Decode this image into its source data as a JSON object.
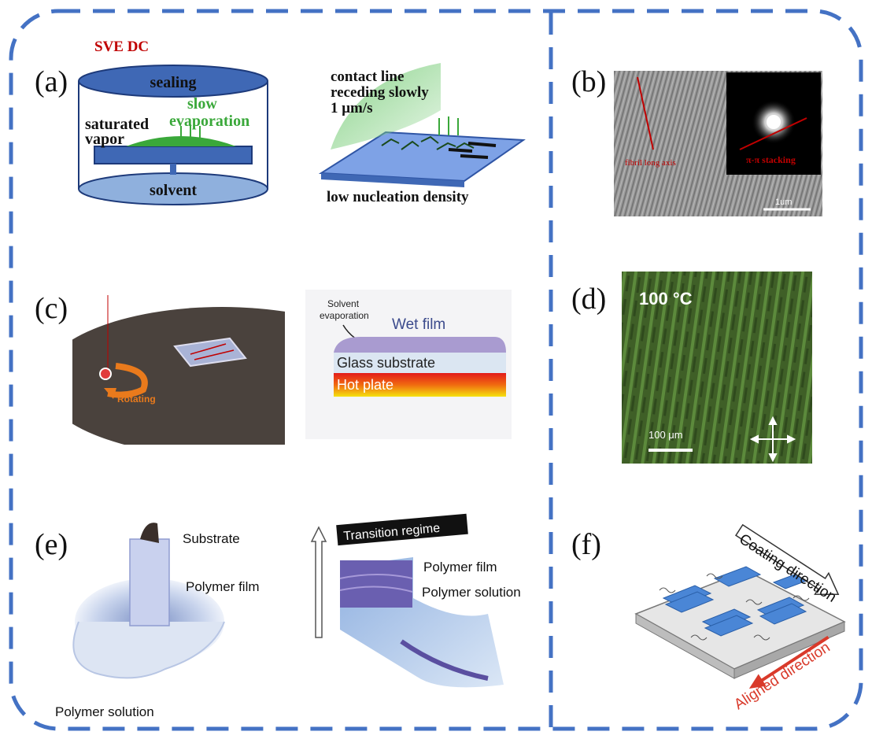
{
  "colors": {
    "border": "#4472c4",
    "sve_red": "#c00000",
    "green_text": "#3aa83a",
    "wet_film": "#3b4a8c",
    "aligned_red": "#d93a2b"
  },
  "panels": {
    "a": {
      "label": "(a)",
      "title": "SVE DC",
      "sealing": "sealing",
      "slow": "slow",
      "evaporation": "evaporation",
      "saturated": "saturated",
      "vapor": "vapor",
      "solvent": "solvent",
      "contact_1": "contact line",
      "contact_2": "receding slowly",
      "contact_3": "1 μm/s",
      "nucleation": "low nucleation density"
    },
    "b": {
      "label": "(b)",
      "fibril": "fibril long axis",
      "stacking": "π-π stacking",
      "scale": "1um"
    },
    "c": {
      "label": "(c)",
      "rotating": "Rotating",
      "solvent_1": "Solvent",
      "solvent_2": "evaporation",
      "wet_film": "Wet film",
      "glass": "Glass substrate",
      "hot": "Hot plate"
    },
    "d": {
      "label": "(d)",
      "temp": "100 °C",
      "scale": "100 μm"
    },
    "e": {
      "label": "(e)",
      "substrate": "Substrate",
      "polymer_film_1": "Polymer film",
      "polymer_solution_1": "Polymer solution",
      "transition": "Transition regime",
      "polymer_film_2": "Polymer film",
      "polymer_solution_2": "Polymer solution"
    },
    "f": {
      "label": "(f)",
      "coating": "Coating direction",
      "aligned": "Aligned direction"
    }
  }
}
